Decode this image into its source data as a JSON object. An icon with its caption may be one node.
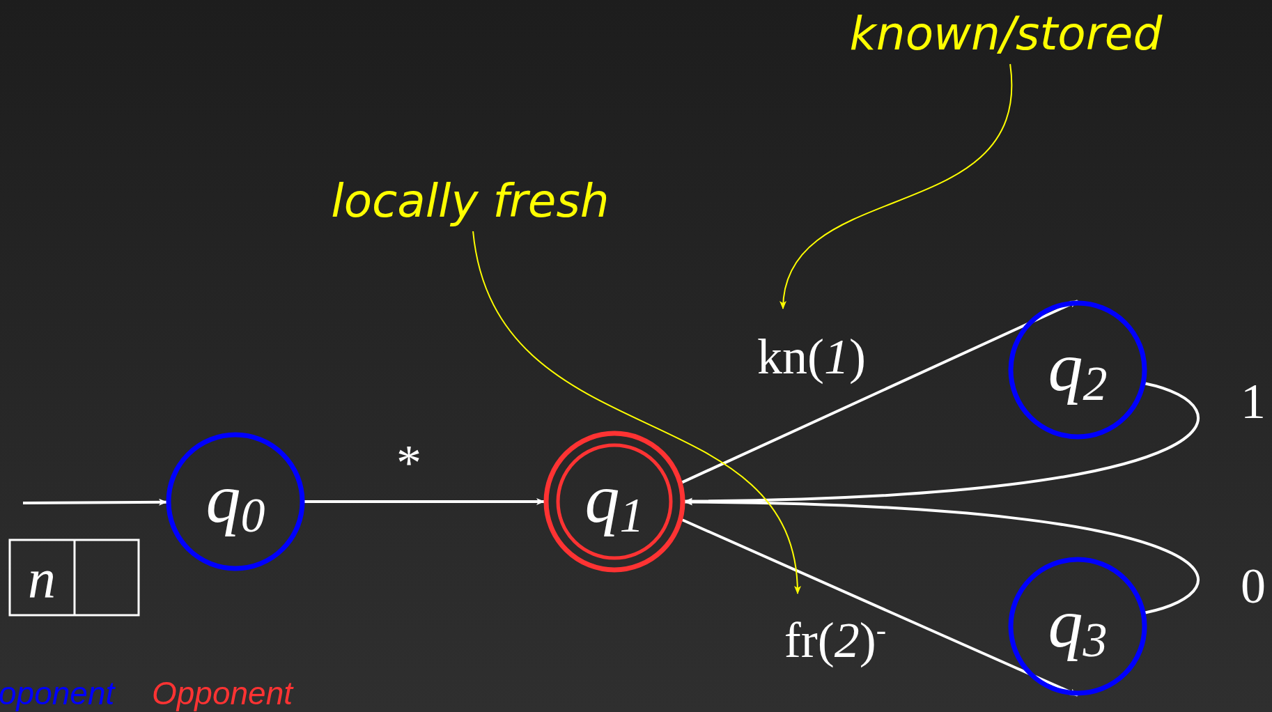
{
  "diagram": {
    "nodes": [
      {
        "text": [
          "q$_{0}$"
        ]
      },
      {
        "text": [
          "q$_{1}$"
        ]
      },
      {
        "text": [
          "q$_{2}$"
        ]
      },
      {
        "text": [
          "q$_{3}$"
        ]
      },
      {
        "text": [
          "known/stored"
        ]
      },
      {
        "text": [
          "locally fresh"
        ]
      }
    ],
    "edges": [
      {
        "from": null,
        "to": 0,
        "arrow": "to"
      },
      {
        "from": 0,
        "to": 1,
        "arrow": "to",
        "label": "*"
      },
      {
        "from": 1,
        "to": 2,
        "arrow": "to",
        "label": "kn(*1*)"
      },
      {
        "from": 1,
        "to": 3,
        "arrow": "to",
        "label": "fr(*2*)$^{-}$"
      },
      {
        "from": 2,
        "to": 1,
        "arrow": "to",
        "label": "1"
      },
      {
        "from": 3,
        "to": 1,
        "arrow": "to",
        "label": "0"
      },
      {
        "from": 4,
        "to": null,
        "arrow": "to",
        "color": "#ffff00"
      },
      {
        "from": 5,
        "to": null,
        "arrow": "to",
        "color": "#ffff00"
      }
    ],
    "labels": [
      "n"
    ],
    "legend": [
      {
        "text": "oponent",
        "color": "#0000ff"
      },
      {
        "text": "Opponent",
        "color": "#ff3333"
      }
    ]
  }
}
